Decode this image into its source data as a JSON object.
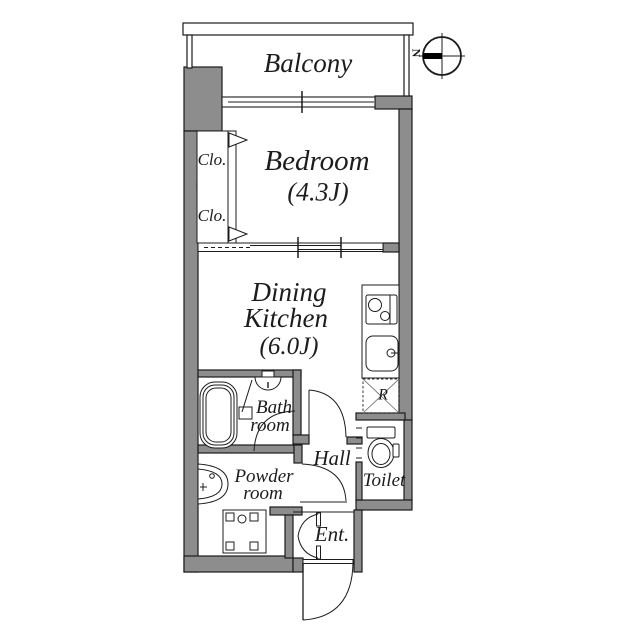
{
  "meta": {
    "bg_color": "#ffffff",
    "wall_color": "#8d8d8d",
    "line_color": "#1c1c1c"
  },
  "compass": {
    "north_label": "N"
  },
  "rooms": {
    "balcony": {
      "label": "Balcony"
    },
    "bedroom": {
      "label": "Bedroom",
      "size": "(4.3J)"
    },
    "closet_upper": {
      "label": "Clo."
    },
    "closet_lower": {
      "label": "Clo."
    },
    "dining_kitchen": {
      "label_line1": "Dining",
      "label_line2": "Kitchen",
      "size": "(6.0J)"
    },
    "bath": {
      "label_line1": "Bath",
      "label_line2": "room"
    },
    "powder": {
      "label_line1": "Powder",
      "label_line2": "room"
    },
    "hall": {
      "label": "Hall"
    },
    "toilet": {
      "label": "Toilet"
    },
    "entrance": {
      "label": "Ent."
    },
    "refrigerator": {
      "label": "R"
    }
  }
}
